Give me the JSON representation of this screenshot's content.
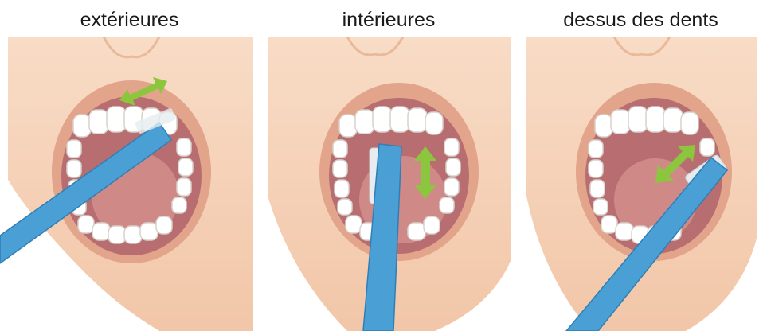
{
  "panels": [
    {
      "title": "extérieures"
    },
    {
      "title": "intérieures"
    },
    {
      "title": "dessus des dents"
    }
  ],
  "colors": {
    "skin": "#f6d2b8",
    "skin_shadow": "#eab99a",
    "lip": "#e2a48a",
    "mouth_inside": "#b86e70",
    "tongue": "#cf8a88",
    "teeth": "#ffffff",
    "tooth_outline": "#d8d2cc",
    "brush": "#4a9fd5",
    "brush_edge": "#2f7fb6",
    "bristles": "#e6ecef",
    "arrow": "#8cc63f"
  },
  "icons": [
    "toothbrush-icon",
    "double-arrow-icon"
  ]
}
